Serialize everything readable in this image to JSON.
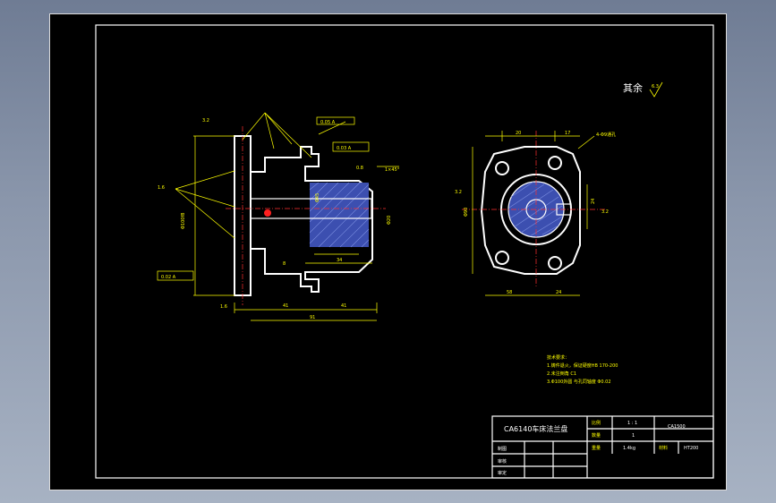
{
  "title_block": {
    "part_name": "CA6140车床法兰盘",
    "scale_label": "比例",
    "scale_value": "1 : 1",
    "quantity_label": "数量",
    "quantity_value": "1",
    "drawing_no": "CA1500",
    "weight_label": "重量",
    "weight_value": "1.4kg",
    "material_label": "材料",
    "material_value": "HT200",
    "drawn_label": "制图",
    "checked_label": "审核",
    "approved_label": "审定"
  },
  "surface_note": {
    "text": "其余",
    "roughness": "6.3"
  },
  "tech_requirements": {
    "heading": "技术要求：",
    "line1": "1.铸件退火，保证硬度HB 170-200",
    "line2": "2.未注倒角 C1",
    "line3": "3.Φ100外圆 与孔同轴度 Φ0.02"
  },
  "dimensions": {
    "d100": "Φ100f8",
    "d45": "Φ45",
    "d20": "Φ20",
    "d90": "Φ90",
    "len91": "91",
    "len41": "41",
    "len34": "34",
    "len8": "8",
    "w58": "58",
    "w24": "24",
    "w20": "20",
    "w17": "17",
    "h24": "24",
    "chamfer": "1×45°",
    "holes": "4-Φ9通孔",
    "ra32": "3.2",
    "ra16": "1.6",
    "ra08": "0.8",
    "ra63": "6.3",
    "tol1": "0.03 A",
    "tol2": "0.02 A",
    "tol3": "0.05 A"
  }
}
